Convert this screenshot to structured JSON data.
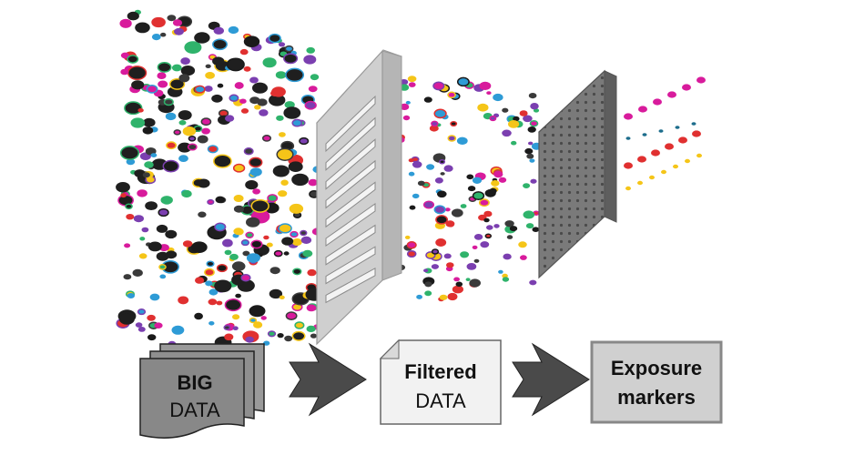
{
  "stages": [
    {
      "line1": "BIG",
      "line2": "DATA"
    },
    {
      "line1": "Filtered",
      "line2": "DATA"
    },
    {
      "line1": "Exposure",
      "line2": "markers"
    }
  ],
  "colors": {
    "background": "#ffffff",
    "particle_palette": [
      "#1a1a1a",
      "#d81b9c",
      "#f5c518",
      "#2e9bd6",
      "#e03030",
      "#2fb36b",
      "#7b3fb0",
      "#3a3a3a"
    ],
    "coarse_filter": "#c9c9c9",
    "fine_filter": "#7a7a7a",
    "arrow": "#4a4a4a",
    "box_big_data": "#8a8a8a",
    "box_filtered": "#f2f2f2",
    "box_markers": "#d0d0d0"
  },
  "icons": [
    "particle-cloud",
    "coarse-filter-grid",
    "fine-filter-mesh",
    "right-arrow"
  ]
}
